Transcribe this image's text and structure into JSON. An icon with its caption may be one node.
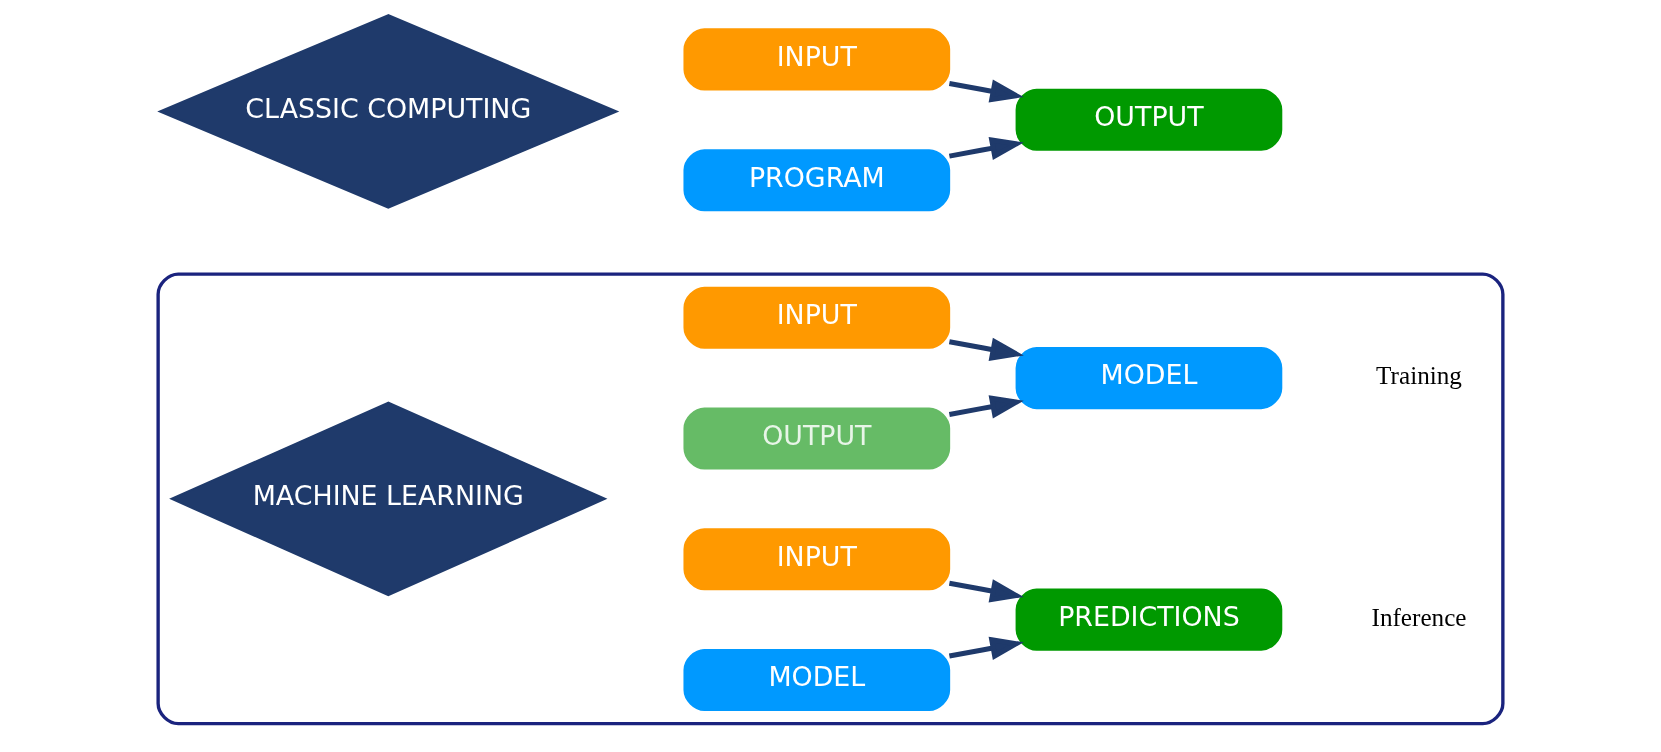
{
  "diagram": {
    "nodes": [
      {
        "text": [
          "CLASSIC COMPUTING"
        ]
      },
      {
        "text": [
          "INPUT"
        ]
      },
      {
        "text": [
          "PROGRAM"
        ]
      },
      {
        "text": [
          "OUTPUT"
        ]
      },
      {
        "text": [],
        "shape": "box"
      },
      {
        "text": [
          "MACHINE LEARNING"
        ],
        "in": 4
      },
      {
        "text": [
          "INPUT"
        ],
        "in": 4
      },
      {
        "text": [
          "OUTPUT"
        ],
        "in": 4
      },
      {
        "text": [
          "MODEL"
        ],
        "in": 4,
        "beside": [
          "Training"
        ]
      },
      {
        "text": [
          "INPUT"
        ],
        "in": 4
      },
      {
        "text": [
          "MODEL"
        ],
        "in": 4
      },
      {
        "text": [
          "PREDICTIONS"
        ],
        "in": 4,
        "beside": [
          "Inference"
        ]
      }
    ],
    "edges": [
      {
        "from": 1,
        "to": 3,
        "arrow": "to"
      },
      {
        "from": 2,
        "to": 3,
        "arrow": "to"
      },
      {
        "from": 6,
        "to": 8,
        "arrow": "to"
      },
      {
        "from": 7,
        "to": 8,
        "arrow": "to"
      },
      {
        "from": 9,
        "to": 11,
        "arrow": "to"
      },
      {
        "from": 10,
        "to": 11,
        "arrow": "to"
      }
    ]
  }
}
